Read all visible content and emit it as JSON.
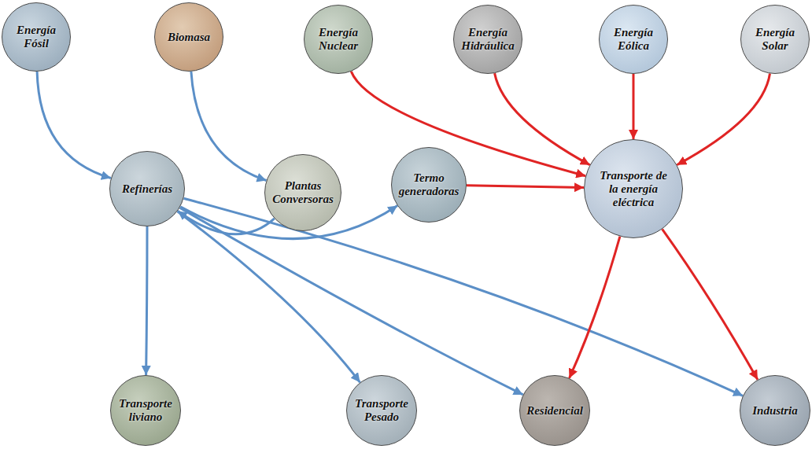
{
  "diagram": {
    "nodes": [
      {
        "text": [
          "Energía Fósil"
        ]
      },
      {
        "text": [
          "Biomasa"
        ]
      },
      {
        "text": [
          "Energía Nuclear"
        ]
      },
      {
        "text": [
          "Energía Hidráulica"
        ]
      },
      {
        "text": [
          "Energía Eólica"
        ]
      },
      {
        "text": [
          "Energía Solar"
        ]
      },
      {
        "text": [
          "Refinerías"
        ]
      },
      {
        "text": [
          "Plantas Conversoras"
        ]
      },
      {
        "text": [
          "Termo generadoras"
        ]
      },
      {
        "text": [
          "Transporte de la energía eléctrica"
        ]
      },
      {
        "text": [
          "Transporte liviano"
        ]
      },
      {
        "text": [
          "Transporte Pesado"
        ]
      },
      {
        "text": [
          "Residencial"
        ]
      },
      {
        "text": [
          "Industria"
        ]
      }
    ],
    "edges": [
      {
        "from": 0,
        "to": 6,
        "arrow": "to"
      },
      {
        "from": 1,
        "to": 7,
        "arrow": "to"
      },
      {
        "from": 2,
        "to": 9,
        "arrow": "to"
      },
      {
        "from": 3,
        "to": 9,
        "arrow": "to"
      },
      {
        "from": 4,
        "to": 9,
        "arrow": "to"
      },
      {
        "from": 5,
        "to": 9,
        "arrow": "to"
      },
      {
        "from": 7,
        "to": 6,
        "arrow": "to"
      },
      {
        "from": 6,
        "to": 8,
        "arrow": "to"
      },
      {
        "from": 8,
        "to": 9,
        "arrow": "to"
      },
      {
        "from": 6,
        "to": 10,
        "arrow": "to"
      },
      {
        "from": 6,
        "to": 11,
        "arrow": "to"
      },
      {
        "from": 6,
        "to": 12,
        "arrow": "to"
      },
      {
        "from": 6,
        "to": 13,
        "arrow": "to"
      },
      {
        "from": 9,
        "to": 12,
        "arrow": "to"
      },
      {
        "from": 9,
        "to": 13,
        "arrow": "to"
      }
    ]
  }
}
